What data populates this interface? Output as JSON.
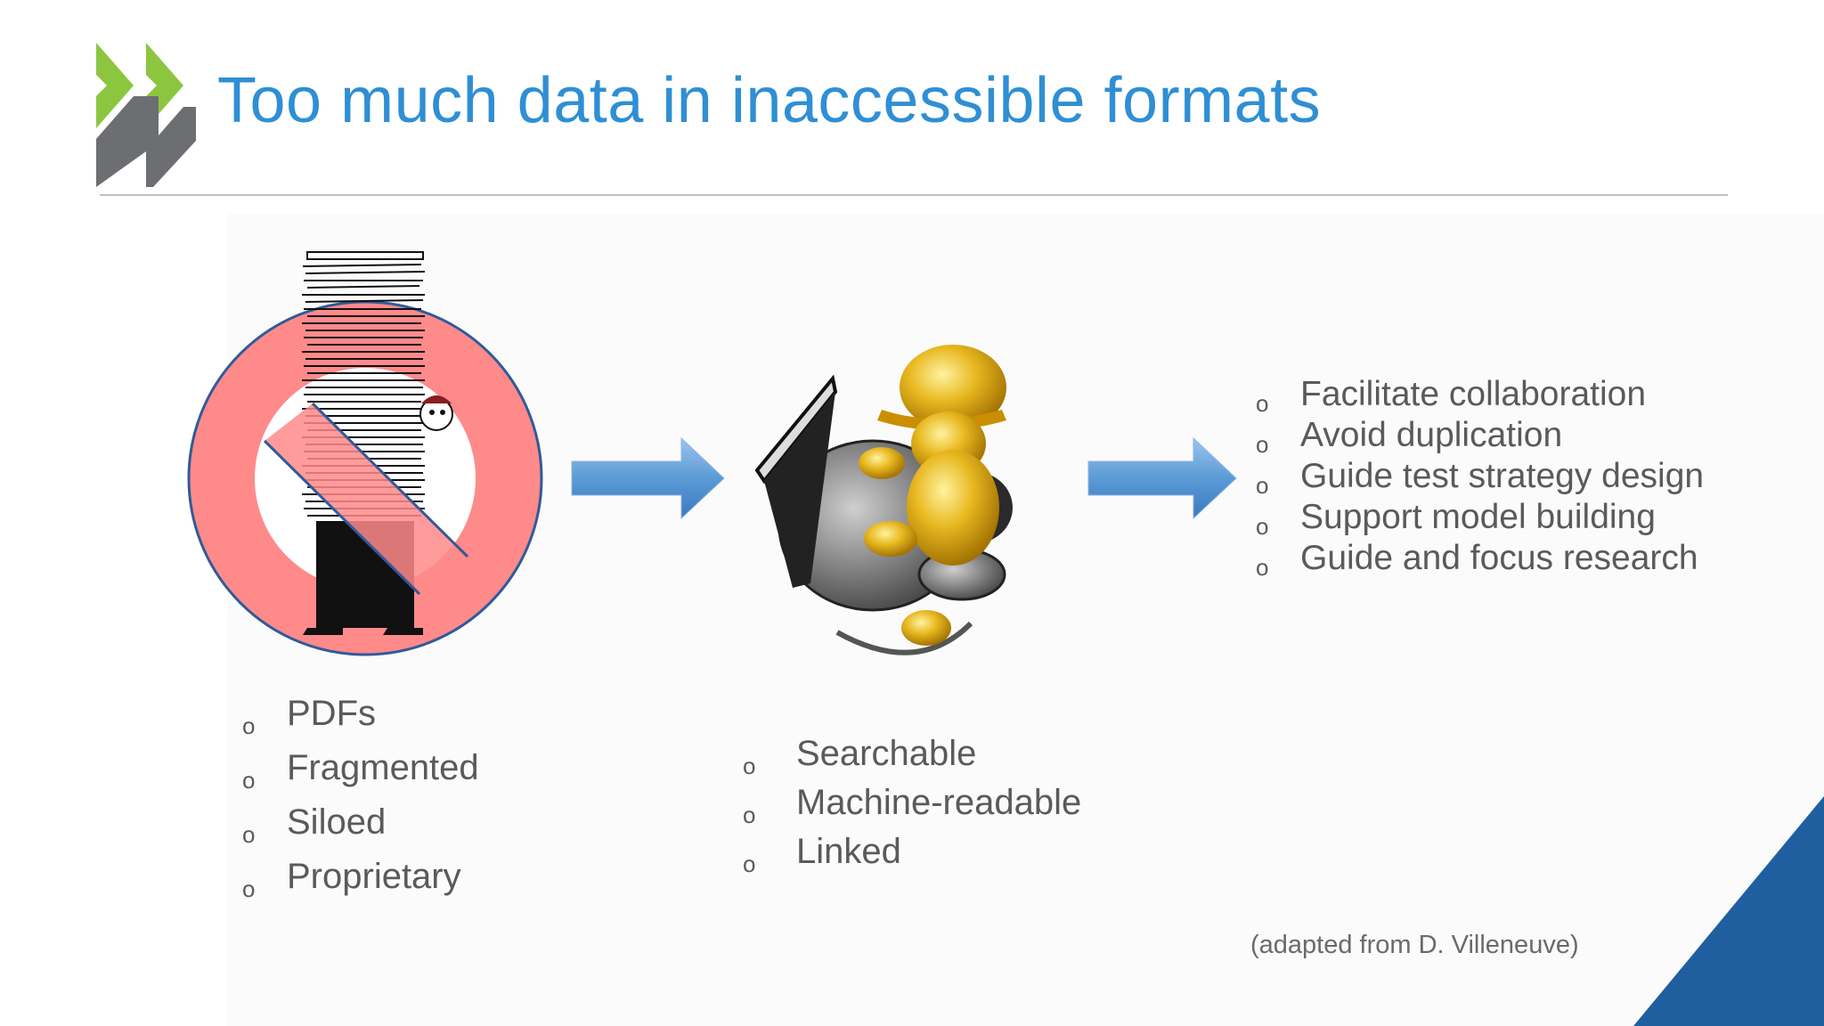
{
  "slide": {
    "title": "Too much data in inaccessible formats",
    "logo_icon": "double-chevron-logo-icon",
    "illustrations": {
      "left": "no-paper-pile-icon",
      "middle": "computer-worker-icon",
      "arrows": "right-arrow-icon"
    },
    "left_list": [
      "PDFs",
      "Fragmented",
      "Siloed",
      "Proprietary"
    ],
    "middle_list": [
      "Searchable",
      "Machine-readable",
      "Linked"
    ],
    "right_list": [
      "Facilitate collaboration",
      "Avoid duplication",
      "Guide test strategy design",
      "Support model building",
      "Guide and focus research"
    ],
    "bullet_glyph": "o",
    "credit": "(adapted from D. Villeneuve)",
    "colors": {
      "title": "#2f8fd4",
      "logo_green": "#8cc63f",
      "logo_gray": "#6d6e71",
      "arrow_blue": "#5b9bd5",
      "prohibit_red": "#ff8080",
      "corner_blue": "#1f5fa0",
      "text_gray": "#5a5a5a"
    }
  }
}
